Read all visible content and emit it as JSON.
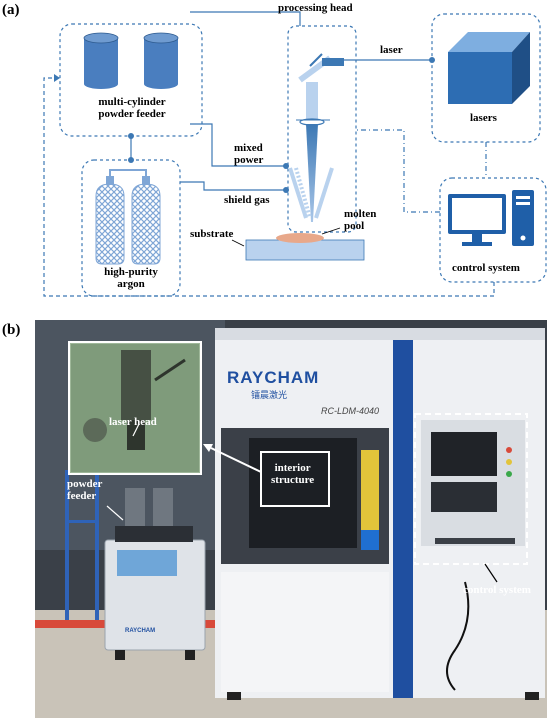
{
  "panel_a": {
    "label": "(a)",
    "labels": {
      "powder_feeder": "multi-cylinder\npowder feeder",
      "argon": "high-purity\nargon",
      "processing_head": "processing head",
      "laser": "laser",
      "lasers": "lasers",
      "mixed_power": "mixed\npower",
      "shield_gas": "shield gas",
      "molten_pool": "molten\npool",
      "substrate": "substrate",
      "control_system": "control system"
    }
  },
  "panel_b": {
    "label": "(b)",
    "labels": {
      "laser_head": "laser head",
      "interior_structure": "interior\nstructure",
      "powder_feeder": "powder\nfeeder",
      "control_system": "control system",
      "brand": "RAYCHAM",
      "brand_cn": "镭晨激光",
      "model": "RC-LDM-4040",
      "small_brand": "RAYCHAM"
    }
  },
  "colors": {
    "line_blue": "#3c78b4",
    "fill_blue": "#4a7ebf",
    "dark_blue": "#2d5a8f",
    "light_blue": "#b9d2ee",
    "copper": "#e8a88a"
  }
}
